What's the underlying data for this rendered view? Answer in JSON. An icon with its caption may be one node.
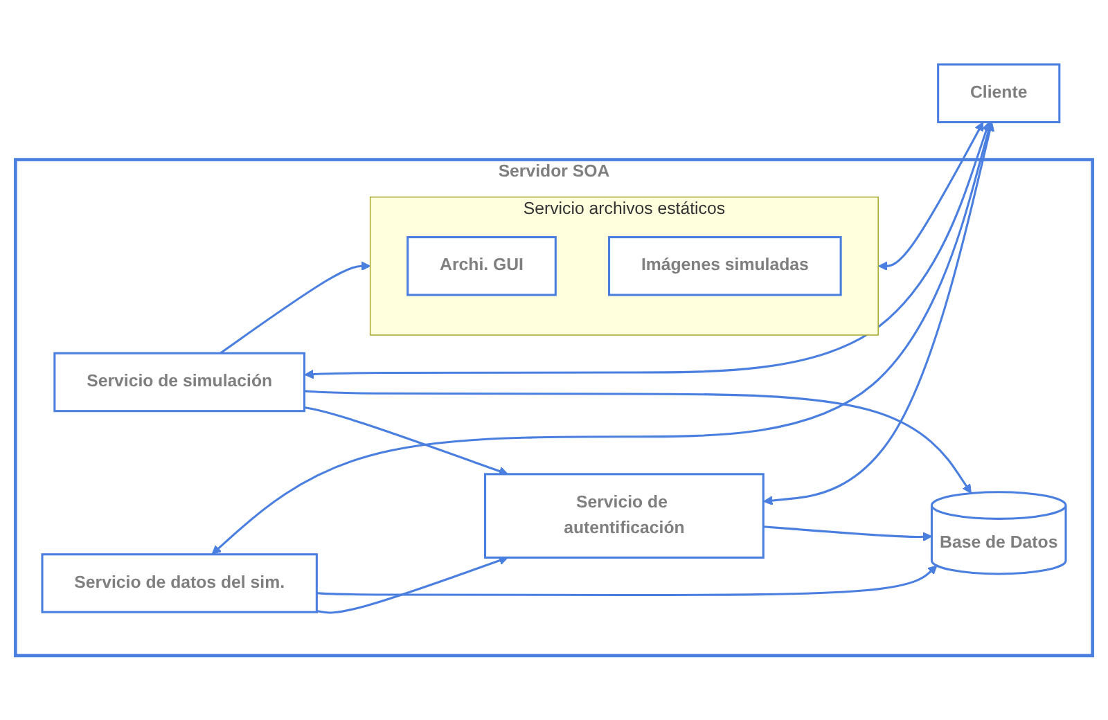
{
  "diagram": {
    "nodes": [
      {
        "text": [
          "Servidor SOA"
        ]
      },
      {
        "text": [
          "Servicio archivos estáticos"
        ],
        "in": 0
      },
      {
        "text": [
          "Archi. GUI"
        ],
        "in": 1
      },
      {
        "text": [
          "Imágenes simuladas"
        ],
        "in": 1
      },
      {
        "text": [
          "Base de Datos"
        ],
        "in": 0
      },
      {
        "text": [
          "Servicio de simulación"
        ],
        "in": 0
      },
      {
        "text": [
          "Servicio de autentificación"
        ],
        "in": 0
      },
      {
        "text": [
          "Servicio de datos del sim."
        ],
        "in": 0
      },
      {
        "text": [
          "Cliente"
        ]
      }
    ],
    "edges": [
      {
        "from": 5,
        "to": 1,
        "arrow": "to"
      },
      {
        "from": 5,
        "to": 6,
        "arrow": "to"
      },
      {
        "from": 7,
        "to": 6,
        "arrow": "to"
      },
      {
        "from": 5,
        "to": 4,
        "arrow": "to"
      },
      {
        "from": 6,
        "to": 4,
        "arrow": "to"
      },
      {
        "from": 7,
        "to": 4,
        "arrow": "to"
      },
      {
        "from": 1,
        "to": 8,
        "arrow": "both"
      },
      {
        "from": 5,
        "to": 8,
        "arrow": "both"
      },
      {
        "from": 6,
        "to": 8,
        "arrow": "both"
      },
      {
        "from": 7,
        "to": 8,
        "arrow": "both"
      }
    ]
  }
}
